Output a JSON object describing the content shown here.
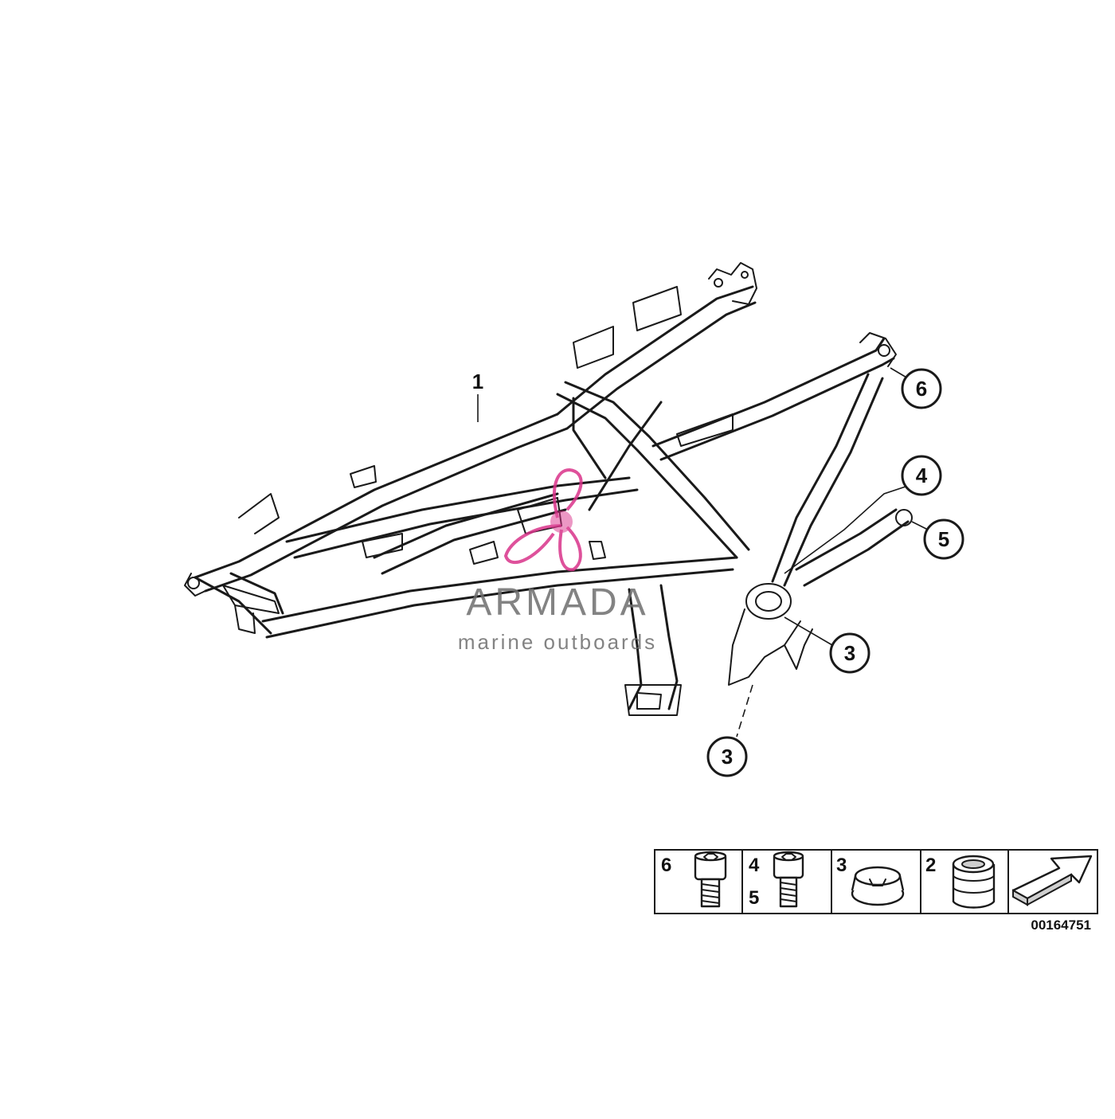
{
  "callouts": {
    "frame": "1",
    "bolt_top": "6",
    "bolt_mid_a": "4",
    "bolt_mid_b": "5",
    "cap_side": "3",
    "cap_bottom": "3"
  },
  "legend": {
    "cell_1_label": "6",
    "cell_2_label_top": "4",
    "cell_2_label_bottom": "5",
    "cell_3_label": "3",
    "cell_4_label": "2",
    "diagram_number": "00164751"
  },
  "watermark": {
    "title": "ARMADA",
    "subtitle": "marine outboards",
    "accent_color": "#d9338a"
  },
  "icons": [
    "bolt-icon",
    "bolt-icon",
    "cover-cap-icon",
    "grommet-icon",
    "arrow-icon"
  ]
}
